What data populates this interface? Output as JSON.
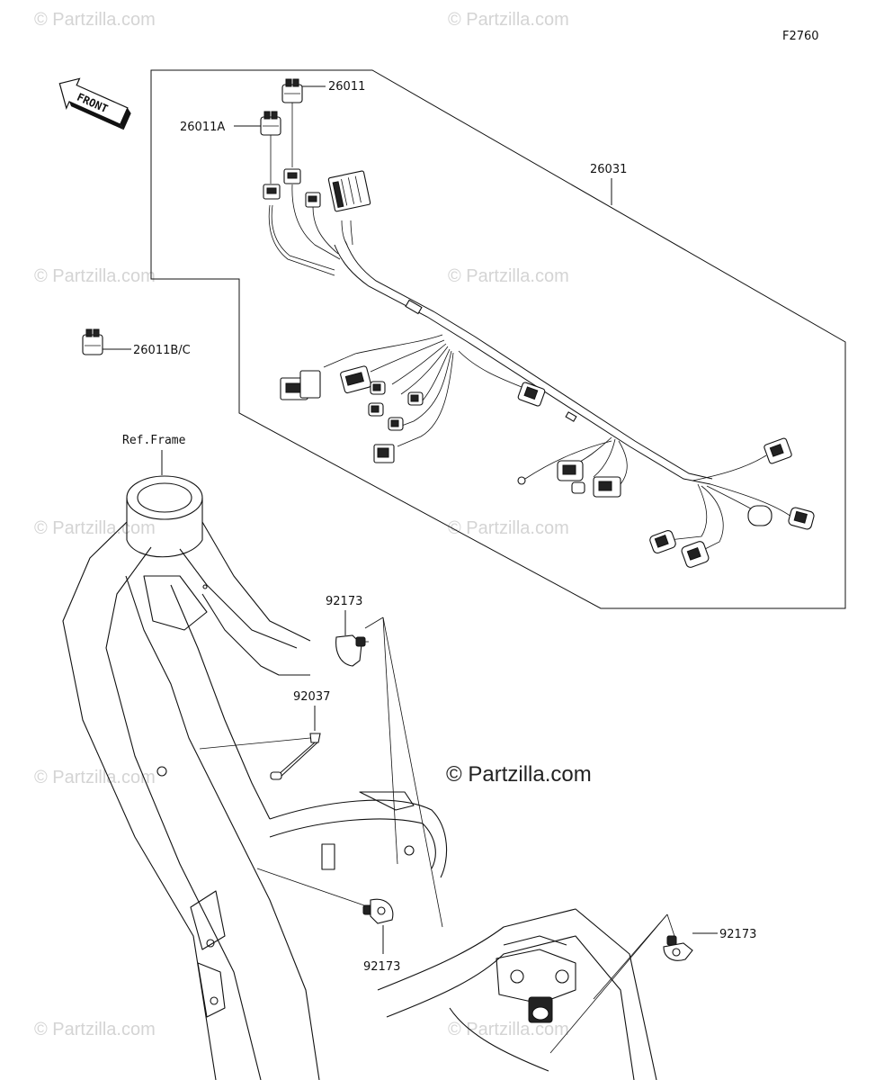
{
  "figure_id": "F2760",
  "front_label": "FRONT",
  "ref_label": "Ref.Frame",
  "watermark_small": "© Partzilla.com",
  "watermark_center": "© Partzilla.com",
  "parts": {
    "p26011": "26011",
    "p26011A": "26011A",
    "p26011BC": "26011B/C",
    "p26031": "26031",
    "p92173_top": "92173",
    "p92037": "92037",
    "p92173_bottom": "92173",
    "p92173_right": "92173"
  }
}
